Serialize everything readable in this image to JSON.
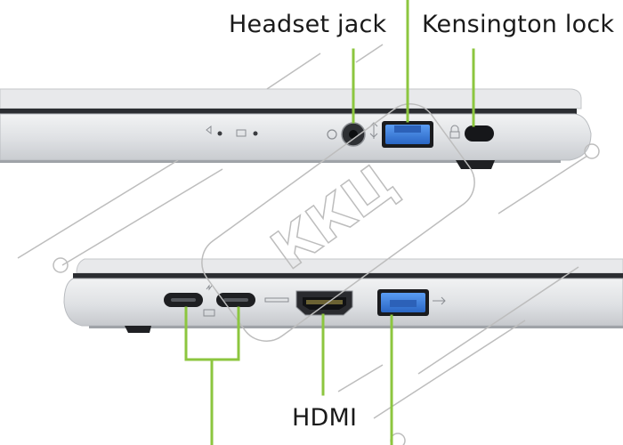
{
  "labels": {
    "headset_jack": "Headset jack",
    "kensington_lock": "Kensington lock",
    "hdmi": "HDMI"
  },
  "watermark": {
    "text": "ККЦ"
  },
  "colors": {
    "callout_line": "#8cc63f",
    "laptop_body": "#d9dbde",
    "laptop_edge": "#2b2d31",
    "usb_blue": "#3d7fe0",
    "label_text": "#1a1a1a",
    "watermark": "#bfbfbf"
  }
}
